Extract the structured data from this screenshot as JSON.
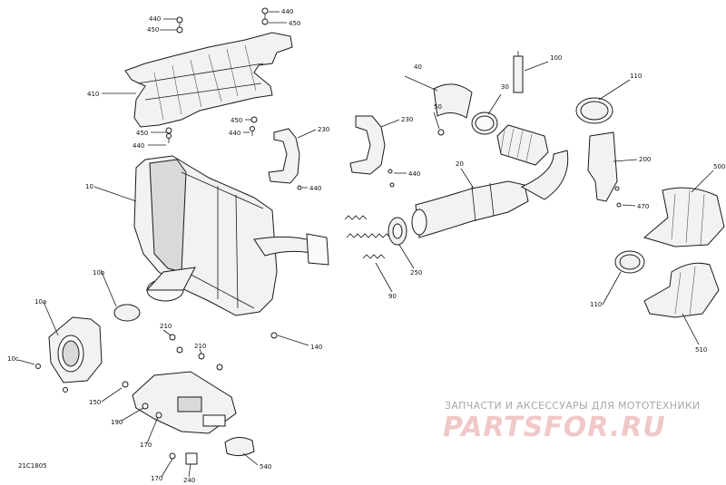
{
  "diagram": {
    "code": "21C1805",
    "watermark": {
      "caption": "ЗАПЧАСТИ И АКСЕССУАРЫ ДЛЯ МОТОТЕХНИКИ",
      "logo": "PARTSFOR.RU"
    },
    "callouts": {
      "c440a": "440",
      "c450a": "450",
      "c440b": "440",
      "c450b": "450",
      "c410": "410",
      "c450c": "450",
      "c440c": "440",
      "c450d": "450",
      "c440d": "440",
      "c230a": "230",
      "c230b": "230",
      "c440e": "440",
      "c440f": "440",
      "c40": "40",
      "c50": "50",
      "c30": "30",
      "c100": "100",
      "c20": "20",
      "c110a": "110",
      "c200": "200",
      "c500": "500",
      "c470": "470",
      "c110b": "110",
      "c510": "510",
      "c10": "10",
      "c10b": "10b",
      "c10a": "10a",
      "c10c": "10c",
      "c250": "250",
      "c90": "90",
      "c140": "140",
      "c210a": "210",
      "c210b": "210",
      "c150": "150",
      "c190": "190",
      "c170a": "170",
      "c170b": "170",
      "c240": "240",
      "c540": "540"
    }
  }
}
